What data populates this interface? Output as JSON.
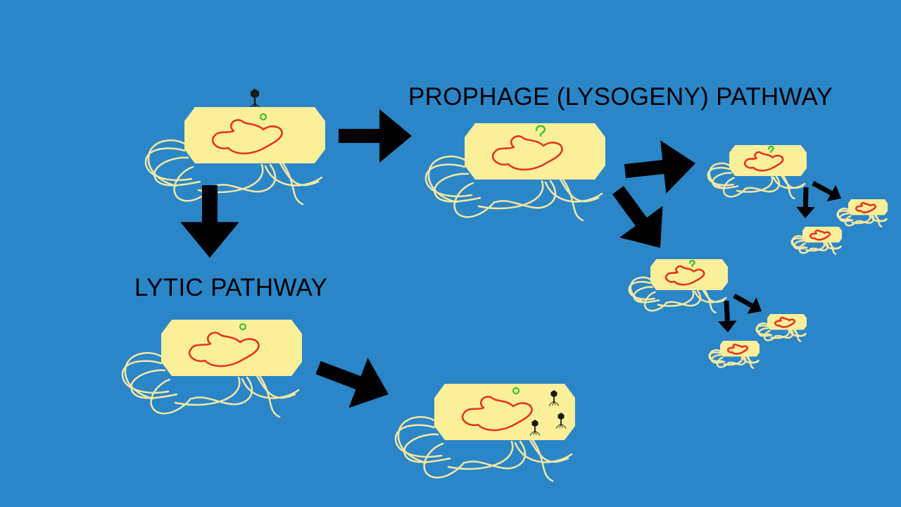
{
  "labels": {
    "prophage_pathway": "PROPHAGE (LYSOGENY) PATHWAY",
    "lytic_pathway": "LYTIC PATHWAY"
  },
  "colors": {
    "background": "#2b86c8",
    "cell_fill": "#fbef9a",
    "flagella": "#f3e7a2",
    "bacterial_dna": "#e8351f",
    "phage_dna": "#3fbf2f",
    "arrow": "#000000",
    "phage": "#1a1a1a"
  },
  "icons": {
    "cell": "bacterium-cell",
    "phage": "bacteriophage-icon",
    "arrow": "arrow-icon"
  }
}
